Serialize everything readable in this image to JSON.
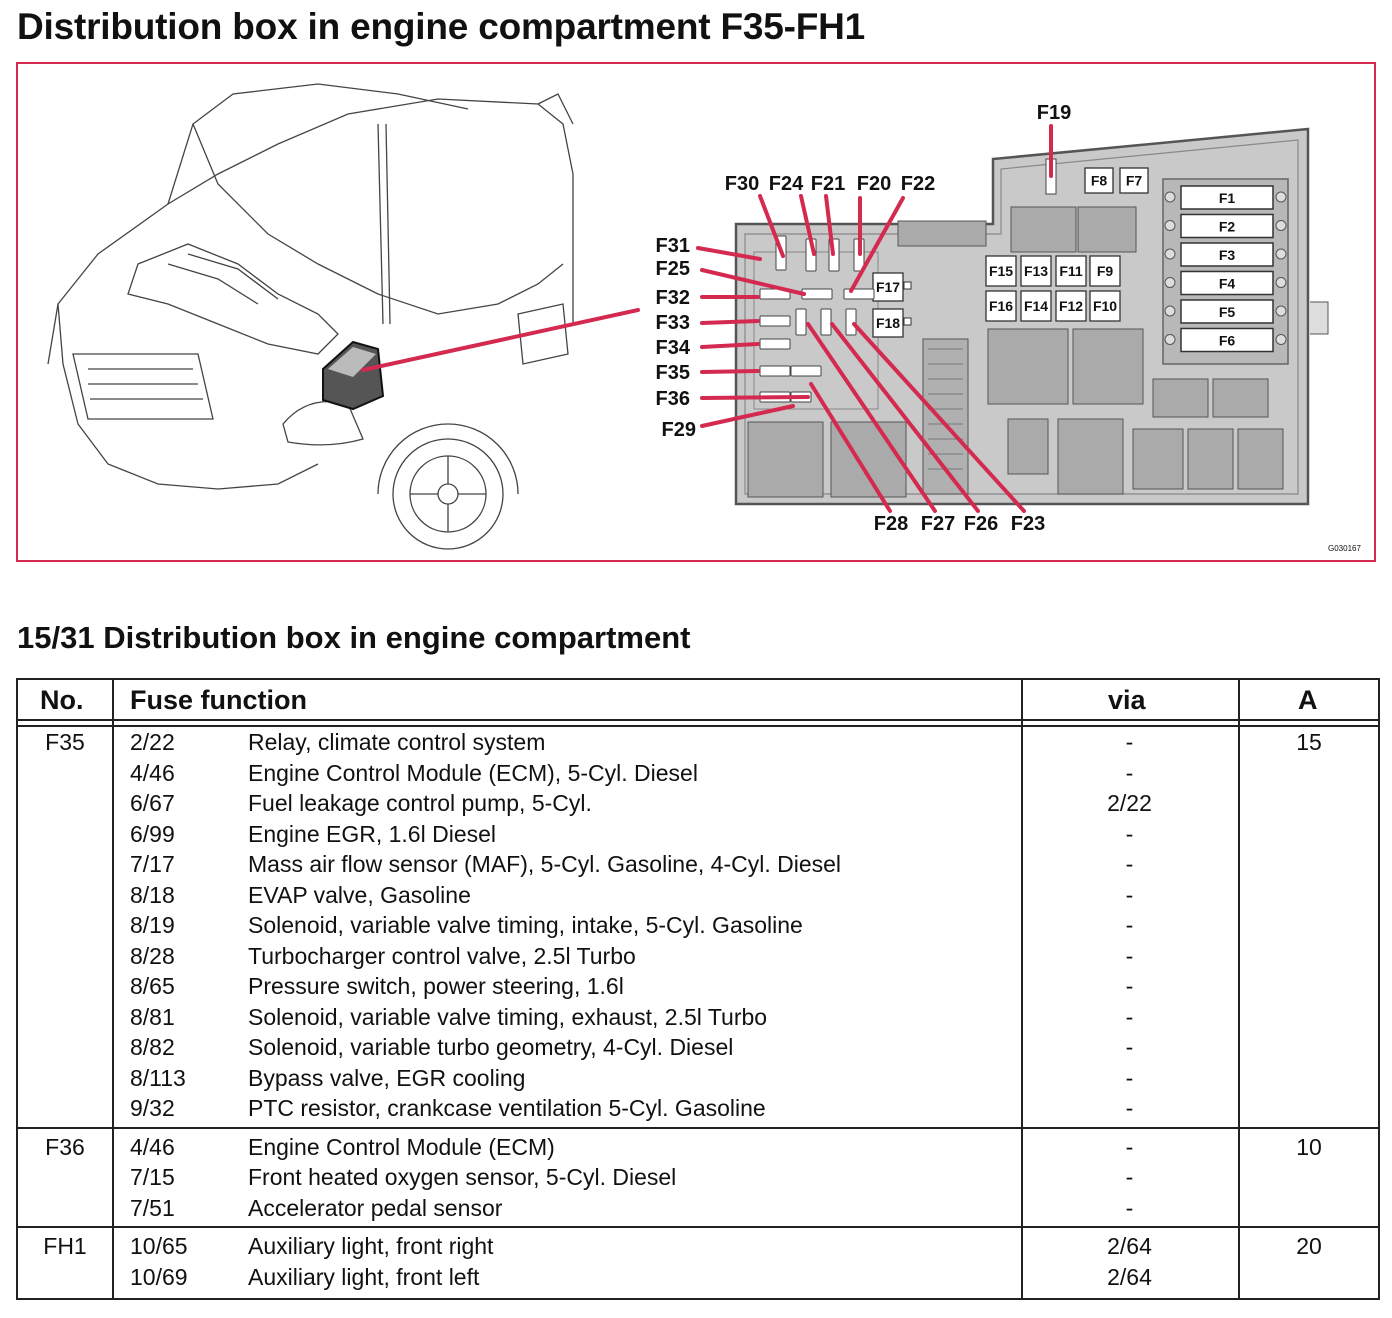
{
  "title": "Distribution box in engine compartment F35-FH1",
  "diagram": {
    "image_code": "G030167",
    "box_labels": [
      "F1",
      "F2",
      "F3",
      "F4",
      "F5",
      "F6",
      "F7",
      "F8",
      "F9",
      "F10",
      "F11",
      "F12",
      "F13",
      "F14",
      "F15",
      "F16",
      "F17",
      "F18"
    ],
    "callouts_top": [
      "F19",
      "F30",
      "F24",
      "F21",
      "F20",
      "F22"
    ],
    "callouts_left": [
      "F31",
      "F25",
      "F32",
      "F33",
      "F34",
      "F35",
      "F36",
      "F29"
    ],
    "callouts_bottom": [
      "F28",
      "F27",
      "F26",
      "F23"
    ],
    "accent_color": "#d42a4f",
    "box_fill": "#c9c9c9"
  },
  "subtitle": "15/31 Distribution box in engine compartment",
  "table": {
    "headers": {
      "no": "No.",
      "function": "Fuse function",
      "via": "via",
      "amps": "A"
    },
    "groups": [
      {
        "no": "F35",
        "amps": "15",
        "rows": [
          {
            "code": "2/22",
            "function": "Relay, climate control system",
            "via": "-"
          },
          {
            "code": "4/46",
            "function": "Engine Control Module (ECM), 5-Cyl. Diesel",
            "via": "-"
          },
          {
            "code": "6/67",
            "function": "Fuel leakage control pump, 5-Cyl.",
            "via": "2/22"
          },
          {
            "code": "6/99",
            "function": "Engine EGR, 1.6l Diesel",
            "via": "-"
          },
          {
            "code": "7/17",
            "function": "Mass air flow sensor (MAF), 5-Cyl. Gasoline, 4-Cyl. Diesel",
            "via": "-"
          },
          {
            "code": "8/18",
            "function": "EVAP valve, Gasoline",
            "via": "-"
          },
          {
            "code": "8/19",
            "function": "Solenoid, variable valve timing, intake, 5-Cyl. Gasoline",
            "via": "-"
          },
          {
            "code": "8/28",
            "function": "Turbocharger control valve, 2.5l Turbo",
            "via": "-"
          },
          {
            "code": "8/65",
            "function": "Pressure switch, power steering, 1.6l",
            "via": "-"
          },
          {
            "code": "8/81",
            "function": "Solenoid, variable valve timing, exhaust, 2.5l Turbo",
            "via": "-"
          },
          {
            "code": "8/82",
            "function": "Solenoid, variable turbo geometry, 4-Cyl. Diesel",
            "via": "-"
          },
          {
            "code": "8/113",
            "function": "Bypass valve, EGR cooling",
            "via": "-"
          },
          {
            "code": "9/32",
            "function": "PTC resistor, crankcase ventilation 5-Cyl. Gasoline",
            "via": "-"
          }
        ]
      },
      {
        "no": "F36",
        "amps": "10",
        "rows": [
          {
            "code": "4/46",
            "function": "Engine Control Module (ECM)",
            "via": "-"
          },
          {
            "code": "7/15",
            "function": "Front heated oxygen sensor, 5-Cyl. Diesel",
            "via": "-"
          },
          {
            "code": "7/51",
            "function": "Accelerator pedal sensor",
            "via": "-"
          }
        ]
      },
      {
        "no": "FH1",
        "amps": "20",
        "rows": [
          {
            "code": "10/65",
            "function": "Auxiliary light, front right",
            "via": "2/64"
          },
          {
            "code": "10/69",
            "function": "Auxiliary light, front left",
            "via": "2/64"
          }
        ]
      }
    ]
  }
}
